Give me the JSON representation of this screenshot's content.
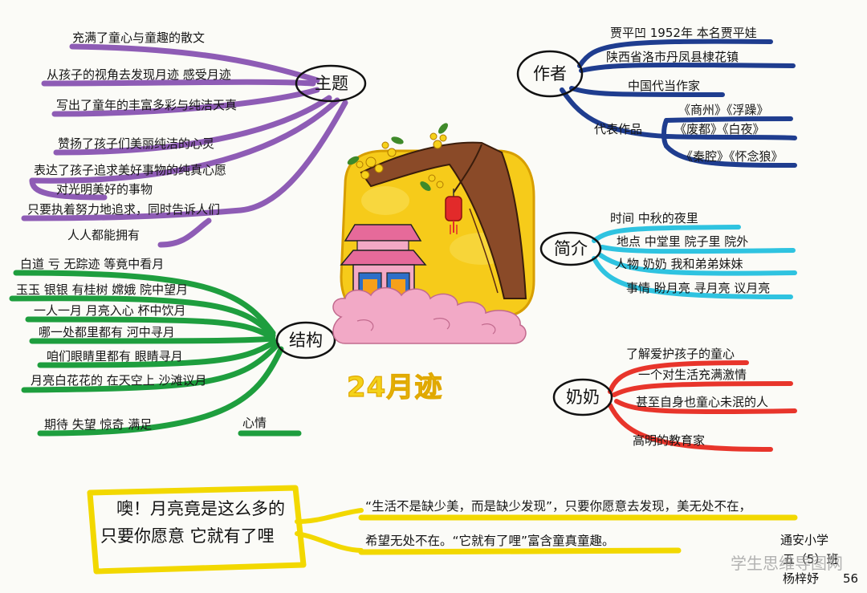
{
  "title": "24月迹",
  "branches": {
    "theme": {
      "hub": "主题",
      "color": "#8e5cb5",
      "items": [
        "充满了童心与童趣的散文",
        "从孩子的视角去发现月迹 感受月迹",
        "写出了童年的丰富多彩与纯洁天真",
        "赞扬了孩子们美丽纯洁的心灵",
        "表达了孩子追求美好事物的纯真心愿",
        "对光明美好的事物",
        "只要执着努力地追求，同时告诉人们",
        "人人都能拥有"
      ]
    },
    "author": {
      "hub": "作者",
      "color": "#1f3d8f",
      "items": [
        "贾平凹 1952年 本名贾平娃",
        "陕西省洛市丹凤县棣花镇",
        "中国代当作家"
      ],
      "works_label": "代表作品",
      "works": [
        "《商州》《浮躁》",
        "《废都》《白夜》",
        "《秦腔》《怀念狼》"
      ]
    },
    "intro": {
      "hub": "简介",
      "color": "#2fc3e0",
      "items": [
        "时间 中秋的夜里",
        "地点 中堂里 院子里 院外",
        "人物 奶奶 我和弟弟妹妹",
        "事情 盼月亮 寻月亮 议月亮"
      ]
    },
    "grandma": {
      "hub": "奶奶",
      "color": "#e8352b",
      "items": [
        "了解爱护孩子的童心",
        "一个对生活充满激情",
        "甚至自身也童心未泯的人",
        "高明的教育家"
      ]
    },
    "structure": {
      "hub": "结构",
      "color": "#1e9e3e",
      "items": [
        "白道 亏 无踪迹 等竟中看月",
        "玉玉 银银 有桂树 嫦娥 院中望月",
        "一人一月 月亮入心 杯中饮月",
        "哪一处都里都有 河中寻月",
        "咱们眼睛里都有 眼睛寻月",
        "月亮白花花的 在天空上 沙滩议月"
      ],
      "mood_items": "期待 失望 惊奇 满足",
      "mood_label": "心情"
    }
  },
  "quote": {
    "box_lines": [
      "噢！月亮竟是这么多的",
      "只要你愿意 它就有了哩"
    ],
    "line1": "“生活不是缺少美，而是缺少发现”，只要你愿意去发现，美无处不在，",
    "line2": "希望无处不在。“它就有了哩”富含童真童趣。",
    "color": "#f2d800"
  },
  "signature": {
    "school": "通安小学",
    "class": "五（5）班",
    "name": "杨梓妤",
    "page": "56"
  },
  "watermark": "学生思维导图网",
  "palette": {
    "moon": "#f6cb1a",
    "moon_dark": "#e0a800",
    "tree": "#8a4a28",
    "roof": "#e66a9a",
    "house_wall": "#f3a9c5",
    "door": "#2e6fc8",
    "cloud": "#f2a9c6",
    "lantern": "#e22a2a",
    "blossom": "#f6d11a"
  },
  "icons": [
    "moon-illustration",
    "pavilion-icon",
    "lantern-icon",
    "cloud-icon",
    "branch-icon"
  ]
}
